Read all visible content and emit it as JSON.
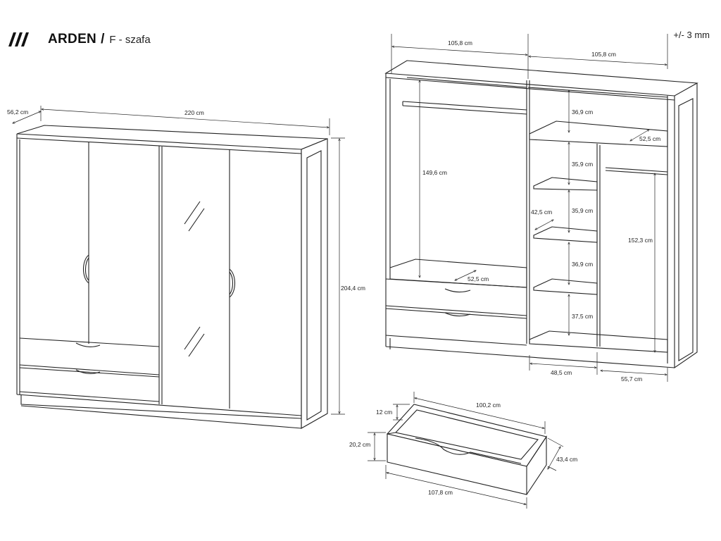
{
  "header": {
    "product_name": "ARDEN",
    "separator": "/",
    "subtitle": "F - szafa",
    "tolerance": "+/- 3 mm"
  },
  "icons": {
    "logo": "triple-slash-logo-icon"
  },
  "front_view": {
    "depth": "56,2 cm",
    "width": "220 cm",
    "height": "204,4 cm"
  },
  "interior_view": {
    "left_section_width": "105,8 cm",
    "right_section_width": "105,8 cm",
    "top_shelf_gap": "36,9 cm",
    "shelf_depth_top": "52,5 cm",
    "hanging_height_left": "149,6 cm",
    "shelf_gap_1": "35,9 cm",
    "shelf_gap_2": "35,9 cm",
    "shelf_depth_mid": "42,5 cm",
    "shelf_gap_3": "36,9 cm",
    "shelf_gap_4": "37,5 cm",
    "hanging_height_right": "152,3 cm",
    "drawer_depth_bottom": "52,5 cm",
    "shelf_column_width": "48,5 cm",
    "right_column_width": "55,7 cm"
  },
  "drawer_view": {
    "inner_width": "100,2 cm",
    "side_height": "12 cm",
    "front_height": "20,2 cm",
    "depth": "43,4 cm",
    "outer_width": "107,8 cm"
  }
}
